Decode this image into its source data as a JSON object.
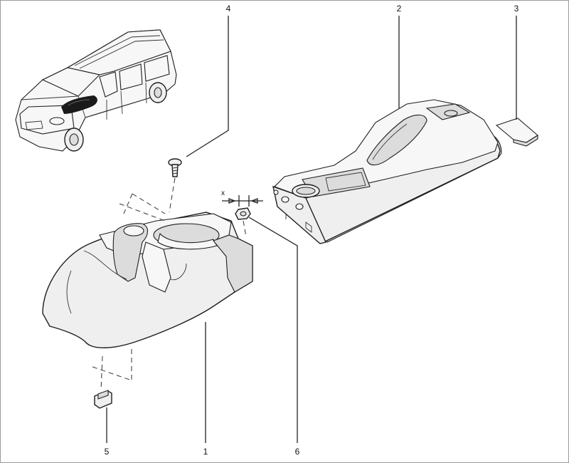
{
  "callouts": [
    {
      "id": "callout-1",
      "label": "1",
      "target": "console-lower-trim"
    },
    {
      "id": "callout-2",
      "label": "2",
      "target": "console-upper-housing"
    },
    {
      "id": "callout-3",
      "label": "3",
      "target": "console-lid-cover"
    },
    {
      "id": "callout-4",
      "label": "4",
      "target": "fixing-screw"
    },
    {
      "id": "callout-5",
      "label": "5",
      "target": "retaining-clip"
    },
    {
      "id": "callout-6",
      "label": "6",
      "target": "fixing-nut"
    }
  ],
  "dimension_label": "x",
  "vehicle_icon": "vehicle-location-icon"
}
